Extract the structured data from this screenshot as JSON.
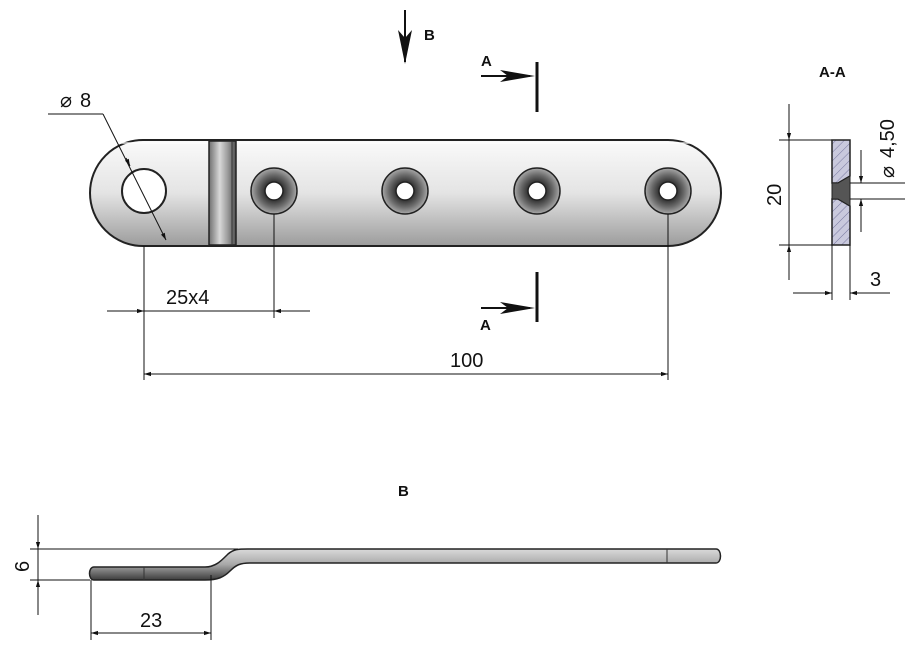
{
  "labels": {
    "view_b_arrow": "B",
    "view_b_title": "B",
    "section_mark_top": "A",
    "section_mark_bottom": "A",
    "section_title": "A-A"
  },
  "dimensions": {
    "hole_diameter": "8",
    "pitch": "25x4",
    "overall_length": "100",
    "width": "20",
    "countersink_diameter": "4,50",
    "thickness": "3",
    "offset": "6",
    "bend_length": "23"
  },
  "symbols": {
    "diameter": "⌀"
  },
  "colors": {
    "plate_light": "#e9e9e9",
    "plate_mid": "#b8b8b8",
    "plate_dark": "#7a7a7a",
    "hatch": "#8a8aa8"
  }
}
